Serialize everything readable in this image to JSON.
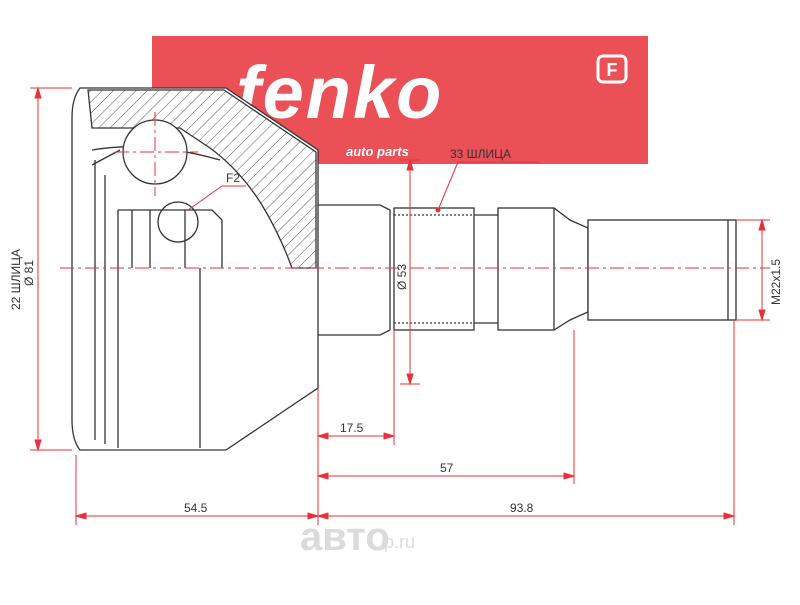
{
  "logo": {
    "brand": "fenko",
    "tagline": "auto parts",
    "badge": "F",
    "color": "#e8313a"
  },
  "watermark": {
    "text": "авто",
    "suffix": "р.ru"
  },
  "labels": {
    "splines_outer": "33 ШЛИЦА",
    "splines_inner": "22 ШЛИЦА",
    "diameter_outer": "Ø 81",
    "diameter_shaft": "Ø 53",
    "thread": "M22x1.5",
    "detail": "F2"
  },
  "dimensions": {
    "d_17_5": "17.5",
    "d_57": "57",
    "d_54_5": "54.5",
    "d_93_8": "93.8"
  },
  "colors": {
    "outline": "#333333",
    "dimension": "#e8313a",
    "centerline": "#e8313a"
  }
}
